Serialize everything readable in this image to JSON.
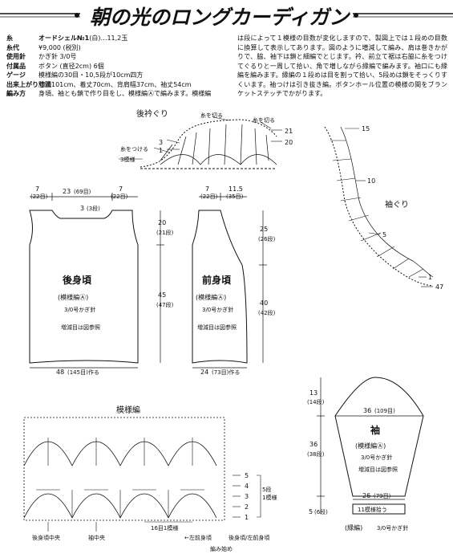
{
  "title": "朝の光のロングカーディガン",
  "specs": [
    {
      "label": "糸",
      "value_bold": "オードシェル№1",
      "value": "(白)…11,2玉"
    },
    {
      "label": "糸代",
      "value_bold": "",
      "value": "¥9,000 (税別)"
    },
    {
      "label": "使用針",
      "value_bold": "",
      "value": "かぎ針 3/0号"
    },
    {
      "label": "付属品",
      "value_bold": "",
      "value": "ボタン (直径2cm) 6個"
    },
    {
      "label": "ゲージ",
      "value_bold": "",
      "value": "模様編の30目・10,5段が10cm四方"
    },
    {
      "label": "出来上がり寸法",
      "value_bold": "",
      "value": "胸囲101cm、着丈70cm、背肩幅37cm、袖丈54cm"
    },
    {
      "label": "編み方",
      "value_bold": "",
      "value": "身頃、袖とも鎖で作り目をし、模様編Ⓐで編みます。模様編"
    }
  ],
  "note": "は段によって１模様の目数が変化しますので、製図上では１段めの目数に換算して表示してあります。図のように増減して編み、肩は巻きかがりで、脇、袖下は鎖と細編でとじます。衿、前立て裾は右脇に糸をつけてぐるりと一周して拾い、角で増しながら縁編で編みます。袖口にも縁編を編みます。縁編の１段めは目を割って拾い、5段めは鎖をそっくりすくいます。袖つけは引き抜き編。ボタンホール位置の模様の間をブランケットステッチでかがります。",
  "back_neck": {
    "title": "後衿ぐり",
    "thread_cut": "糸を切る",
    "thread_attach": "糸をつける",
    "thread_cut2": "糸を切る",
    "pattern_3": "3模様",
    "row3": "3",
    "row1": "1",
    "row21": "21",
    "row20": "20"
  },
  "armhole": {
    "title": "袖ぐり",
    "row15": "15",
    "row10": "10",
    "row5": "5",
    "row1": "1",
    "row47": "47"
  },
  "back_body": {
    "title": "後身頃",
    "pattern": "(模様編Ⓐ)",
    "needle": "3/0号かぎ針",
    "note": "増減目は図参照",
    "top_left": "7",
    "top_left_sub": "(22目)",
    "top_mid": "23",
    "top_mid_sub": "(69目)",
    "top_right": "7",
    "top_right_sub": "(22目)",
    "neck_depth": "3",
    "neck_depth_sub": "(3段)",
    "armhole_h": "20",
    "armhole_h_sub": "(21段)",
    "body_h": "45",
    "body_h_sub": "(47段)",
    "bottom": "48",
    "bottom_sub": "(145目)作る"
  },
  "front_body": {
    "title": "前身頃",
    "pattern": "(模様編Ⓐ)",
    "needle": "3/0号かぎ針",
    "note": "増減目は図参照",
    "top_left": "7",
    "top_left_sub": "(22目)",
    "top_right": "11.5",
    "top_right_sub": "(35目)",
    "neck_h": "25",
    "neck_h_sub": "(26段)",
    "lower_h": "40",
    "lower_h_sub": "(42段)",
    "bottom": "24",
    "bottom_sub": "(73目)作る"
  },
  "sleeve": {
    "title": "袖",
    "pattern": "(模様編Ⓐ)",
    "needle": "3/0号かぎ針",
    "note": "増減目は図参照",
    "cap_h": "13",
    "cap_h_sub": "(14段)",
    "top_w": "36",
    "top_w_sub": "(109目)",
    "length": "36",
    "length_sub": "(38段)",
    "bottom": "26",
    "bottom_sub": "(79目)",
    "cuff_pattern": "11模様拾う",
    "cuff_h": "5",
    "cuff_h_sub": "(6段)",
    "edge": "(縁編)",
    "edge_needle": "3/0号かぎ針"
  },
  "stitch_pattern": {
    "title": "模様編",
    "rows": [
      "5",
      "4",
      "3",
      "2",
      "1"
    ],
    "row5_note": "5段",
    "row5_note2": "1模様",
    "center_back": "後身頃中央",
    "sleeve_center": "袖中央",
    "pattern16": "16目1模様",
    "left_front": "←左前身頃",
    "left_front2": "後身頃/左前身頃",
    "start": "編み始め"
  },
  "colors": {
    "ink": "#111111",
    "paper": "#ffffff"
  }
}
